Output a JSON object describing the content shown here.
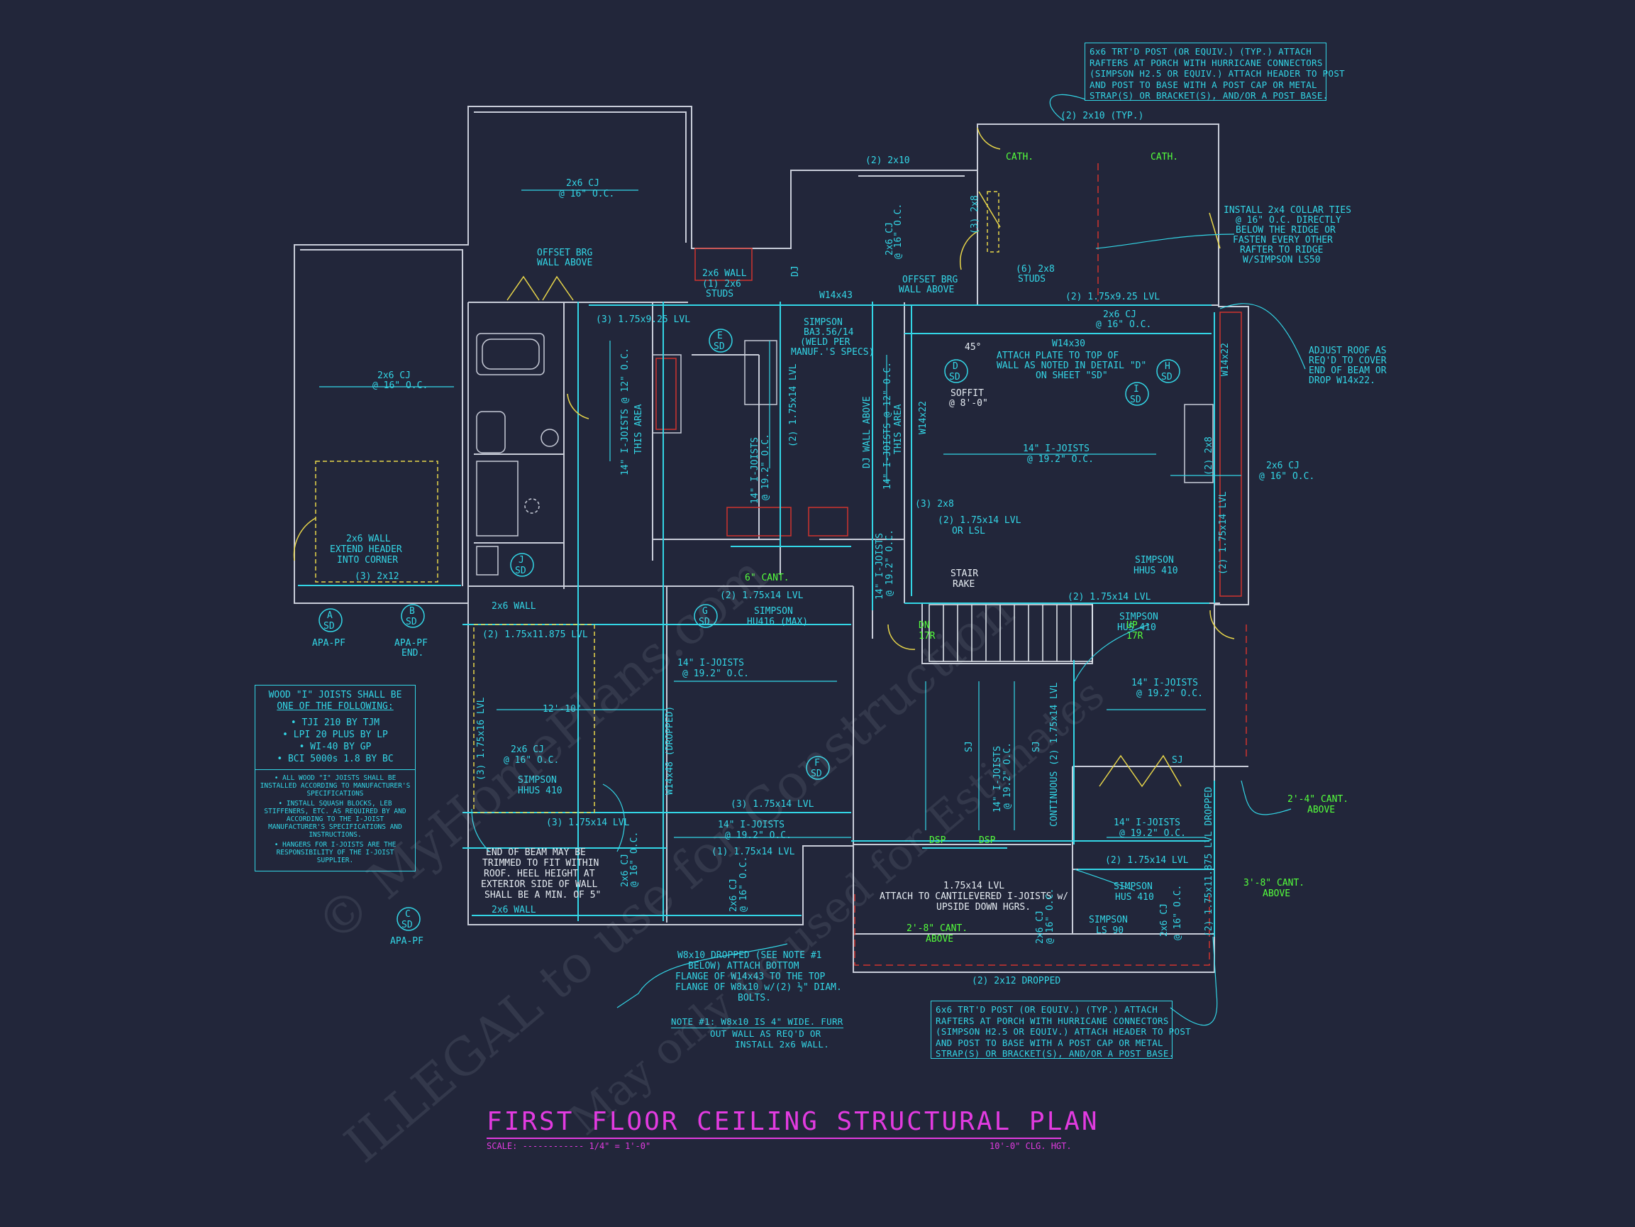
{
  "title": "FIRST FLOOR CEILING STRUCTURAL PLAN",
  "scale_text": "SCALE: ------------ 1/4\" = 1'-0\"",
  "ceiling_height": "10'-0\" CLG. HGT.",
  "watermark": {
    "line1": "© MyHomePlans.com",
    "line2": "ILLEGAL to use for Construction",
    "line3": "May only be used for Estimates"
  },
  "notes": {
    "porch_top": [
      "6x6 TRT'D POST (OR EQUIV.) (TYP.) ATTACH",
      "RAFTERS AT PORCH WITH HURRICANE CONNECTORS",
      "(SIMPSON H2.5 OR EQUIV.) ATTACH HEADER TO POST",
      "AND POST TO BASE WITH A POST CAP OR METAL",
      "STRAP(S) OR BRACKET(S), AND/OR A POST BASE."
    ],
    "porch_bottom": [
      "6x6 TRT'D POST (OR EQUIV.) (TYP.) ATTACH",
      "RAFTERS AT PORCH WITH HURRICANE CONNECTORS",
      "(SIMPSON H2.5 OR EQUIV.) ATTACH HEADER TO POST",
      "AND POST TO BASE WITH A POST CAP OR METAL",
      "STRAP(S) OR BRACKET(S), AND/OR A POST BASE."
    ],
    "note1": [
      "NOTE #1: W8x10 IS 4\" WIDE. FURR",
      "OUT WALL AS REQ'D OR",
      "INSTALL 2x6 WALL."
    ],
    "wood_joists": {
      "head1": "WOOD \"I\" JOISTS SHALL BE",
      "head2": "ONE OF THE FOLLOWING:",
      "items": [
        "• TJI 210 BY TJM",
        "• LPI 20 PLUS BY LP",
        "• WI-40 BY GP",
        "• BCI 5000s 1.8 BY BC"
      ],
      "small": [
        "• ALL WOOD \"I\" JOISTS SHALL BE INSTALLED ACCORDING TO MANUFACTURER'S SPECIFICATIONS",
        "• INSTALL SQUASH BLOCKS, LEB STIFFENERS, ETC. AS REQUIRED BY AND ACCORDING TO THE I-JOIST MANUFACTURER'S SPECIFICATIONS AND INSTRUCTIONS.",
        "• HANGERS FOR I-JOISTS ARE THE RESPONSIBILITY OF THE I-JOIST SUPPLIER."
      ]
    }
  },
  "labels": {
    "cj_garage_top": "2x6 CJ",
    "oc16_a": "@ 16\" O.C.",
    "cj_garage": "2x6 CJ",
    "oc16_b": "@ 16\" O.C.",
    "wall_header1": "2x6 WALL",
    "wall_header2": "EXTEND HEADER",
    "wall_header3": "INTO CORNER",
    "x2x12": "(3) 2x12",
    "offset_brg1": "OFFSET BRG",
    "wall_above1": "WALL ABOVE",
    "x2x6_wall": "2x6 WALL",
    "x2x6_studs": "(1) 2x6",
    "studs": "STUDS",
    "lvl_175_925": "(3) 1.75x9.25 LVL",
    "x2x10_top": "(2) 2x10",
    "x2x10_typ": "(2) 2x10 (TYP.)",
    "cath1": "CATH.",
    "cath2": "CATH.",
    "collar1": "INSTALL 2x4 COLLAR TIES",
    "collar2": "@ 16\" O.C. DIRECTLY",
    "collar3": "BELOW THE RIDGE OR",
    "collar4": "FASTEN EVERY OTHER",
    "collar5": "RAFTER TO RIDGE",
    "collar6": "W/SIMPSON LS50",
    "adjust1": "ADJUST ROOF AS",
    "adjust2": "REQ'D TO COVER",
    "adjust3": "END OF BEAM OR",
    "adjust4": "DROP W14x22.",
    "w14x43": "W14x43",
    "simpson_ba": "SIMPSON",
    "simpson_ba2": "BA3.56/14",
    "simpson_ba3": "(WELD PER",
    "simpson_ba4": "MANUF.'S SPECS)",
    "offset_brg2": "OFFSET BRG",
    "wall_above2": "WALL ABOVE",
    "x6_2x8": "(6) 2x8",
    "studs2": "STUDS",
    "lvl_925_b": "(2) 1.75x9.25 LVL",
    "cj_16_c": "2x6 CJ",
    "oc16_c": "@ 16\" O.C.",
    "w14x30": "W14x30",
    "attach_plate1": "ATTACH PLATE TO TOP OF",
    "attach_plate2": "WALL AS NOTED IN DETAIL \"D\"",
    "attach_plate3": "ON SHEET \"SD\"",
    "deg45": "45°",
    "soffit": "SOFFIT",
    "soffit_ht": "@ 8'-0\"",
    "ij14_a": "14\" I-JOISTS",
    "oc192_a": "@ 19.2\" O.C.",
    "cj_right": "2x6 CJ",
    "oc16_right": "@ 16\" O.C.",
    "x2_2x8": "(2) 2x8",
    "x3_2x8": "(3) 2x8",
    "lvl_1514": "(2) 1.75x14 LVL",
    "or_lsl": "OR LSL",
    "simpson_hhus": "SIMPSON",
    "hhus410": "HHUS 410",
    "stair": "STAIR",
    "rake": "RAKE",
    "cant6": "6\" CANT.",
    "lvl_1514_b": "(2) 1.75x14 LVL",
    "simpson_hu": "SIMPSON",
    "hu416": "HU416 (MAX)",
    "lvl_1514_c": "(2) 1.75x14 LVL",
    "simpson_hus": "SIMPSON",
    "hus410": "HUS 410",
    "x2x6_wall2": "2x6 WALL",
    "lvl_1175": "(2) 1.75x11.875 LVL",
    "ij14_b": "14\" I-JOISTS",
    "oc192_b": "@ 19.2\" O.C.",
    "dim12": "12'-10\"",
    "cj_mid": "2x6 CJ",
    "oc16_mid": "@ 16\" O.C.",
    "simpson_hhus2": "SIMPSON",
    "hhus410_2": "HHUS 410",
    "lvl_3_1514": "(3) 1.75x14 LVL",
    "lvl_3_1514_b": "(3) 1.75x14 LVL",
    "ij14_c": "14\" I-JOISTS",
    "oc192_c": "@ 19.2\" O.C.",
    "lvl_1_1514": "(1) 1.75x14 LVL",
    "ij14_d": "14\" I-JOISTS",
    "oc192_d": "@ 19.2\" O.C.",
    "ij14_e": "14\" I-JOISTS",
    "oc192_e": "@ 19.2\" O.C.",
    "end_beam1": "END OF BEAM MAY BE",
    "end_beam2": "TRIMMED TO FIT WITHIN",
    "end_beam3": "ROOF. HEEL HEIGHT AT",
    "end_beam4": "EXTERIOR SIDE OF WALL",
    "end_beam5": "SHALL BE A MIN. OF 5\"",
    "x2x6_wall3": "2x6 WALL",
    "w8x10_1": "W8x10 DROPPED (SEE NOTE #1",
    "w8x10_2": "BELOW) ATTACH BOTTOM",
    "w8x10_3": "FLANGE OF W14x43 TO THE TOP",
    "w8x10_4": "FLANGE OF W8x10 w/(2) ½\" DIAM.",
    "w8x10_5": "BOLTS.",
    "lvl_175_14": "1.75x14 LVL",
    "attach_cant": "ATTACH TO CANTILEVERED I-JOISTS w/",
    "upside": "UPSIDE DOWN HGRS.",
    "cant28": "2'-8\" CANT.",
    "above28": "ABOVE",
    "dropped": "(2) 2x12 DROPPED",
    "dsp1": "DSP",
    "dsp2": "DSP",
    "cant24": "2'-4\" CANT.",
    "above24": "ABOVE",
    "cant38": "3'-8\" CANT.",
    "above38": "ABOVE",
    "sj": "SJ",
    "simpson_hus2": "SIMPSON",
    "hus410_2": "HUS 410",
    "simpson_ls": "SIMPSON",
    "ls90": "LS 90",
    "lvl_2_1514": "(2) 1.75x14 LVL",
    "dn": "DN",
    "dn_n": "17R",
    "up": "UP",
    "up_n": "17R",
    "apa_a": "APA-PF",
    "apa_b": "APA-PF",
    "apa_b2": "END.",
    "apa_c": "APA-PF",
    "w14x22": "W14x22",
    "sd": "SD",
    "tag_a": "A",
    "tag_b": "B",
    "tag_c": "C",
    "tag_d": "D",
    "tag_e": "E",
    "tag_f": "F",
    "tag_g": "G",
    "tag_h": "H",
    "tag_i": "I",
    "tag_j": "J",
    "dropped_beam": "W14x48 (DROPPED)",
    "dj_wall": "DJ WALL ABOVE",
    "continuous": "CONTINUOUS (2) 1.75x14 LVL",
    "lvl_dropped": "(2) 1.75x11.875 LVL DROPPED",
    "this_area": "THIS AREA"
  }
}
